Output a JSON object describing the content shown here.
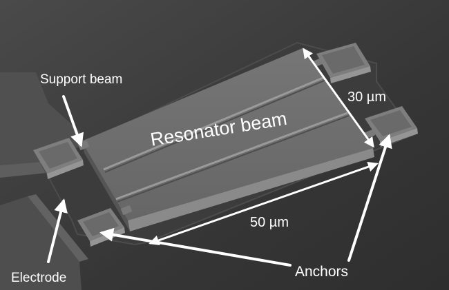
{
  "image": {
    "kind": "scanning electron micrograph of a MEMS resonator",
    "colors": {
      "background": "#383838",
      "device_surface": "#6a6a6a",
      "annotation": "#ffffff"
    }
  },
  "labels": {
    "support_beam": "Support beam",
    "resonator_beam": "Resonator beam",
    "width": "30 µm",
    "length": "50 µm",
    "electrode": "Electrode",
    "anchors": "Anchors"
  }
}
